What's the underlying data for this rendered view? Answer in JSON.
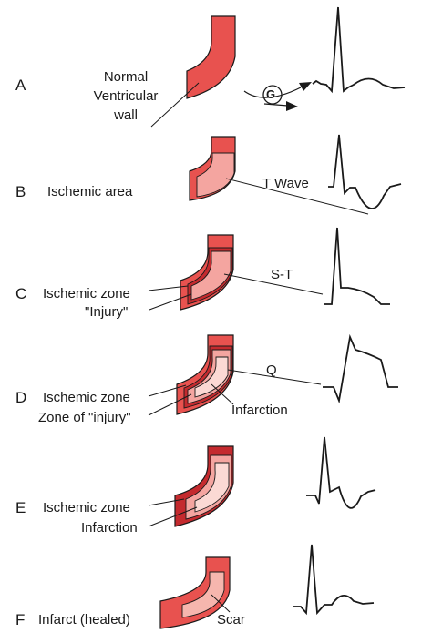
{
  "panels": [
    {
      "letter": "A",
      "labels": [
        "Normal",
        "Ventricular",
        "wall"
      ],
      "ecg_label": "G"
    },
    {
      "letter": "B",
      "labels": [
        "Ischemic area"
      ],
      "ecg_label": "T Wave"
    },
    {
      "letter": "C",
      "labels": [
        "Ischemic zone",
        "\"Injury\""
      ],
      "ecg_label": "S-T"
    },
    {
      "letter": "D",
      "labels": [
        "Ischemic zone",
        "Zone of \"injury\"",
        "Infarction"
      ],
      "ecg_label": "Q"
    },
    {
      "letter": "E",
      "labels": [
        "Ischemic zone",
        "Infarction"
      ],
      "ecg_label": ""
    },
    {
      "letter": "F",
      "labels": [
        "Infarct (healed)",
        "Scar"
      ],
      "ecg_label": ""
    }
  ],
  "colors": {
    "wall_normal": "#e8524f",
    "ischemic": "#f4a5a0",
    "injury": "#c42a2e",
    "infarction": "#fbd9d4",
    "scar": "#f6b6ae",
    "line": "#1a1a1a"
  }
}
